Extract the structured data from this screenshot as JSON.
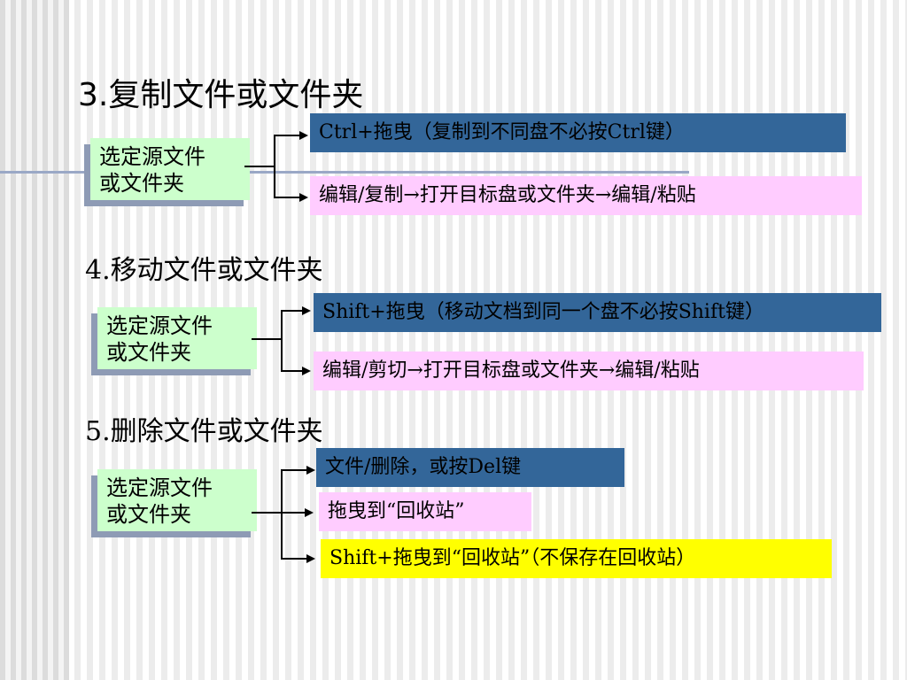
{
  "sections": [
    {
      "number": "3.",
      "title": "复制文件或文件夹",
      "source_line1": "选定源文件",
      "source_line2": "或文件夹",
      "methods": [
        "Ctrl+拖曳（复制到不同盘不必按Ctrl键）",
        "编辑/复制→打开目标盘或文件夹→编辑/粘贴"
      ]
    },
    {
      "title": "4.移动文件或文件夹",
      "source_line1": "选定源文件",
      "source_line2": "或文件夹",
      "methods": [
        "Shift+拖曳（移动文档到同一个盘不必按Shift键）",
        "编辑/剪切→打开目标盘或文件夹→编辑/粘贴"
      ]
    },
    {
      "title": "5.删除文件或文件夹",
      "source_line1": "选定源文件",
      "source_line2": "或文件夹",
      "methods": [
        "文件/删除，或按Del键",
        "拖曳到“回收站”",
        "Shift+拖曳到“回收站”（不保存在回收站）"
      ]
    }
  ],
  "colors": {
    "source_box": "#ccffcc",
    "blue_box": "#336699",
    "pink_box": "#ffccff",
    "yellow_box": "#ffff00",
    "rule": "#9aa8c6"
  }
}
